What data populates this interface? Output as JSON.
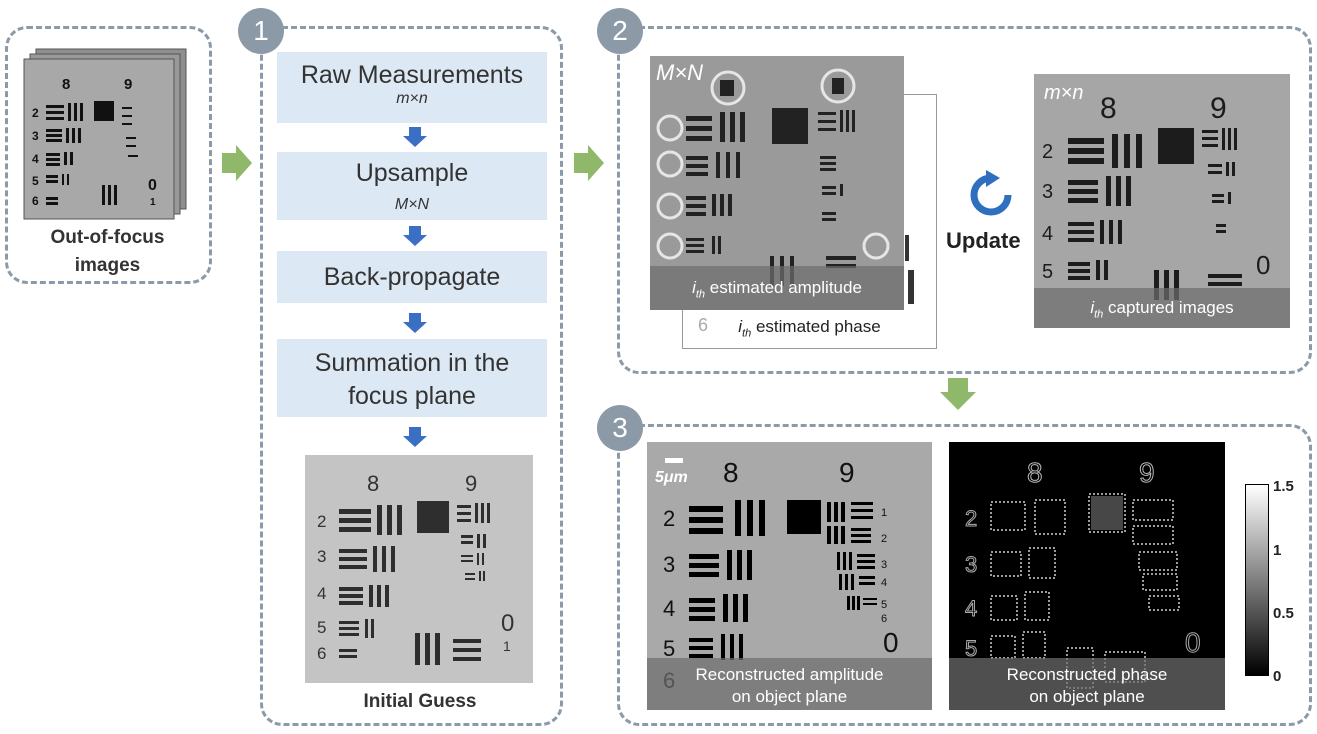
{
  "inputs": {
    "label_line1": "Out-of-focus",
    "label_line2": "images"
  },
  "step1": {
    "badge": "1",
    "raw": {
      "title": "Raw Measurements",
      "sub": "m×n"
    },
    "upsample": {
      "title": "Upsample",
      "sub": "M×N"
    },
    "backprop": {
      "title": "Back-propagate"
    },
    "summation": {
      "title_line1": "Summation in the",
      "title_line2": "focus plane"
    },
    "initial_guess": "Initial Guess"
  },
  "step2": {
    "badge": "2",
    "est_size": "M×N",
    "est_amp_caption_i": "i",
    "est_amp_caption_sub": "th",
    "est_amp_caption": " estimated amplitude",
    "est_phase_caption_i": "i",
    "est_phase_caption_sub": "th",
    "est_phase_caption": " estimated phase",
    "update": "Update",
    "cap_size": "m×n",
    "cap_caption_i": "i",
    "cap_caption_sub": "th",
    "cap_caption": " captured images"
  },
  "step3": {
    "badge": "3",
    "scale": "5μm",
    "amp_caption_line1": "Reconstructed amplitude",
    "amp_caption_line2": "on object plane",
    "phase_caption_line1": "Reconstructed phase",
    "phase_caption_line2": "on object plane",
    "colorbar_ticks": [
      "1.5",
      "1",
      "0.5",
      "0"
    ]
  },
  "colors": {
    "accent_blue": "#3a6fc4",
    "accent_green": "#8fb86a",
    "box_fill": "#dce8f4",
    "frame": "#8c9aa8"
  }
}
